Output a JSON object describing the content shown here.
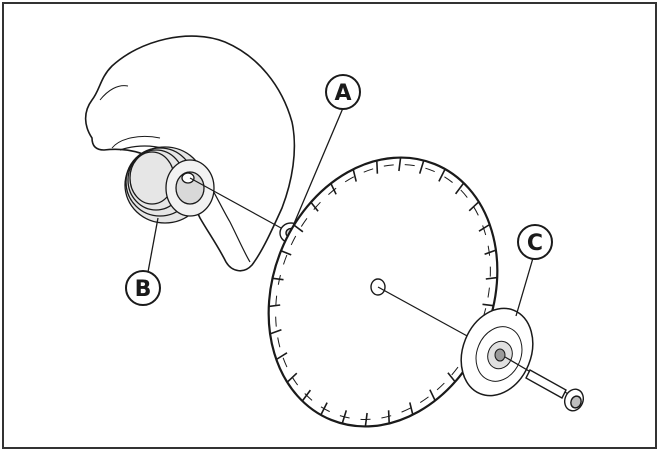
{
  "callouts": {
    "a": "A",
    "b": "B",
    "c": "C"
  },
  "colors": {
    "line": "#1a1a1a",
    "fill": "#ffffff",
    "hub_shade": "#d9d9d9",
    "background": "#ffffff"
  }
}
